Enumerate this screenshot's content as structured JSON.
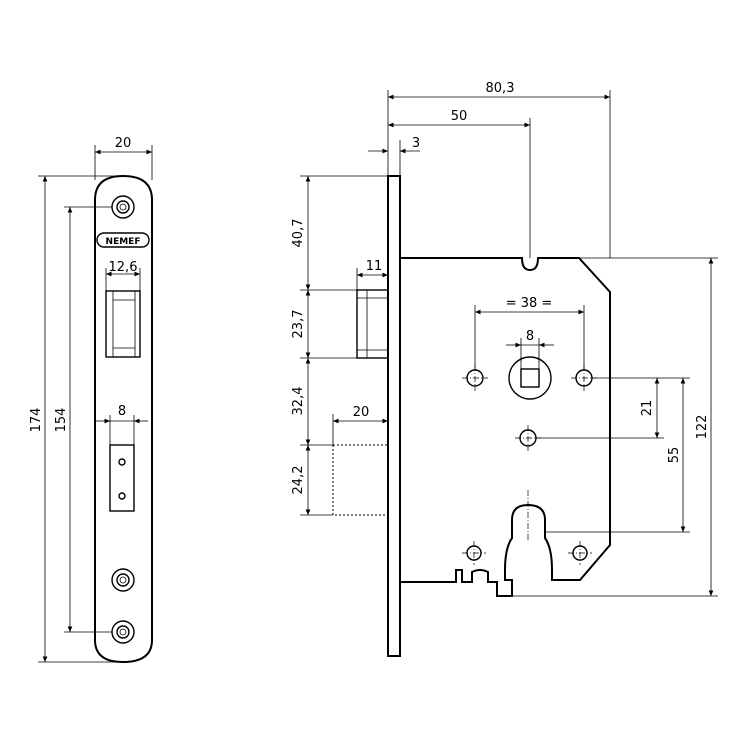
{
  "front_view": {
    "brand": "NEMEF",
    "width": "20",
    "height_total": "174",
    "screw_spacing": "154",
    "latch_width": "12,6",
    "bolt_width": "8"
  },
  "side_view": {
    "depth_total": "80,3",
    "backset": "50",
    "faceplate_thickness": "3",
    "latch_projection": "11",
    "top_to_latch": "40,7",
    "latch_height": "23,7",
    "latch_to_bolt": "32,4",
    "bolt_projection": "20",
    "bolt_height": "24,2",
    "spindle_spacing": "= 38 =",
    "spindle_square": "8",
    "handle_to_screw": "21",
    "handle_to_cylinder": "55",
    "case_height": "122"
  }
}
